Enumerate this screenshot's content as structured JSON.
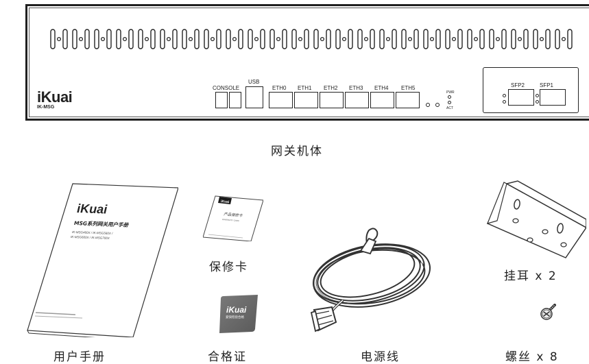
{
  "device": {
    "brand": "iKuai",
    "model": "IK-MSG",
    "ports": {
      "console": "CONSOLE",
      "usb": "USB",
      "eth0": "ETH0",
      "eth1": "ETH1",
      "eth2": "ETH2",
      "eth3": "ETH3",
      "eth4": "ETH4",
      "eth5": "ETH5",
      "pwr": "PWR",
      "act": "ACT",
      "sfp2": "SFP2",
      "sfp1": "SFP1"
    }
  },
  "captions": {
    "gateway": "网关机体",
    "warranty": "保修卡",
    "ears": "挂耳 x 2",
    "manual": "用户手册",
    "certificate": "合格证",
    "power_cable": "电源线",
    "screws": "螺丝 x 8"
  },
  "manual": {
    "brand": "iKuai",
    "title": "MSG系列网关用户手册",
    "models_1": "IK-MSG460X / IK-MSG560X /",
    "models_2": "IK-MSG600X / IK-MSG700X"
  },
  "warranty_card": {
    "brand": "iKuai",
    "title": "产品保修卡",
    "subtitle": "WARRANTY CARD"
  },
  "certificate_card": {
    "brand": "iKuai",
    "subtitle": "爱快检验合格"
  }
}
